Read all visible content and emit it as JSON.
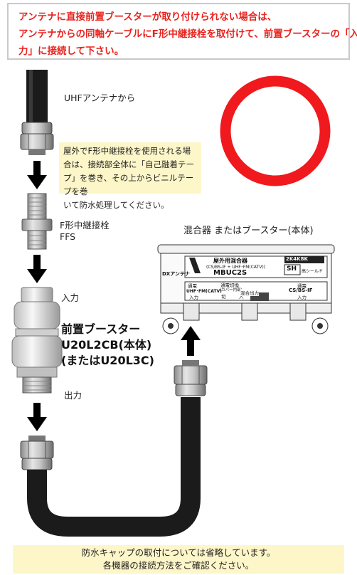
{
  "header": {
    "line1": "アンテナに直接前置ブースターが取り付けられない場合は、",
    "line2": "アンテナからの同軸ケーブルにF形中継接栓を取付けて、前置ブースターの「入",
    "line3": "力」に接続して下さい。"
  },
  "uhf_label": "UHFアンテナから",
  "outdoor_note": {
    "line1": "屋外でF形中継接栓を使用される場",
    "line2": "合は、接続部全体に「自己融着テー",
    "line3": "プ」を巻き、その上からビニルテープを巻",
    "line4": "いて防水処理してください。"
  },
  "ffs_label": {
    "line1": "F形中継接栓",
    "line2": "FFS"
  },
  "input_label": "入力",
  "booster_label": {
    "line1": "前置ブースター",
    "line2": "U20L2CB(本体)",
    "line3": "(またはU20L3C)"
  },
  "output_label": "出力",
  "mixer_title": "混合器 またはブースター(本体)",
  "mixer_device": {
    "title": "屋外用混合器",
    "subtitle": "(CS/BS-IF + UHF･FM(CATV))",
    "model": "MBUC2S",
    "brand": "DXアンテナ",
    "badge_4k8k": "2K4K8K",
    "badge_sh": "SH",
    "badge_shield": "高シールド",
    "pass_left": "通電",
    "port_left_1": "UHF･FM(CATV)",
    "port_left_2": "入力",
    "switch_1": "通電切換",
    "switch_2": "(カバー内部)",
    "switch_off": "切",
    "switch_on": "入",
    "output_port": "混合出力",
    "pass_right": "通電",
    "port_right_1": "CS/BS-IF",
    "port_right_2": "入力"
  },
  "footer": {
    "line1": "防水キャップの取付については省略しています。",
    "line2": "各機器の接続方法をご確認ください。"
  },
  "colors": {
    "header_text": "#e8231e",
    "ring": "#f0191e",
    "note_bg": "#fdf6c9"
  },
  "icons": [
    "down-arrow-icon",
    "up-arrow-icon",
    "red-ring-icon"
  ]
}
